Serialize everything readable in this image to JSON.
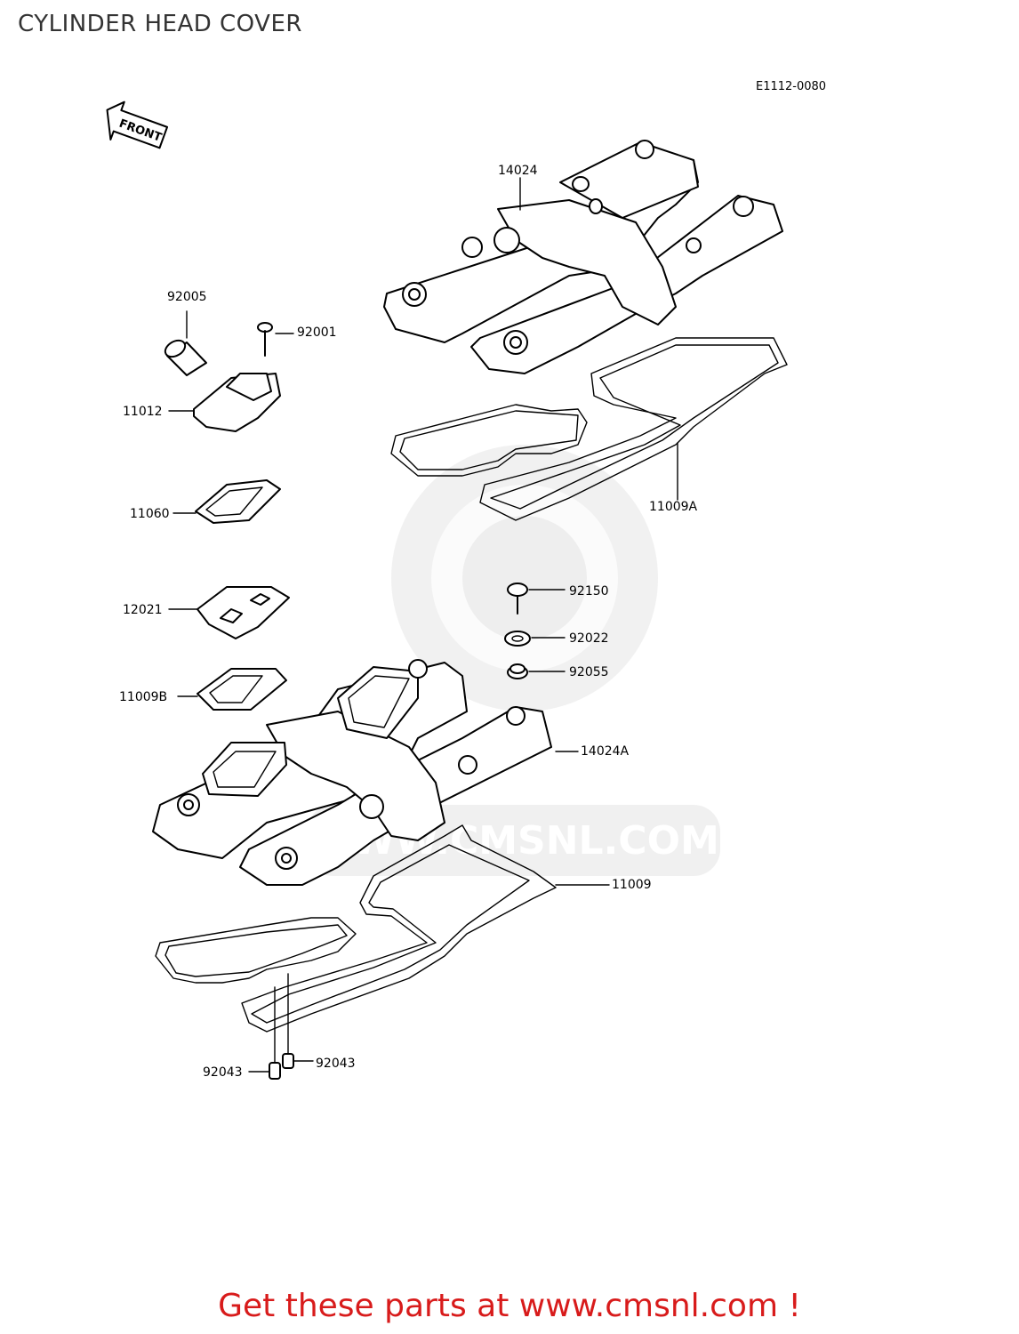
{
  "title": "CYLINDER HEAD COVER",
  "diagram_code": "E1112-0080",
  "front_arrow_label": "FRONT",
  "watermark_text": "WWW.CMSNL.COM",
  "call_to_action": "Get these parts at www.cmsnl.com !",
  "parts": [
    {
      "id": "14024",
      "label": "14024"
    },
    {
      "id": "92005",
      "label": "92005"
    },
    {
      "id": "92001",
      "label": "92001"
    },
    {
      "id": "11012",
      "label": "11012"
    },
    {
      "id": "11060",
      "label": "11060"
    },
    {
      "id": "11009A",
      "label": "11009A"
    },
    {
      "id": "92150",
      "label": "92150"
    },
    {
      "id": "12021",
      "label": "12021"
    },
    {
      "id": "92022",
      "label": "92022"
    },
    {
      "id": "92055",
      "label": "92055"
    },
    {
      "id": "11009B",
      "label": "11009B"
    },
    {
      "id": "14024A",
      "label": "14024A"
    },
    {
      "id": "11009",
      "label": "11009"
    },
    {
      "id": "92043a",
      "label": "92043"
    },
    {
      "id": "92043b",
      "label": "92043"
    }
  ]
}
